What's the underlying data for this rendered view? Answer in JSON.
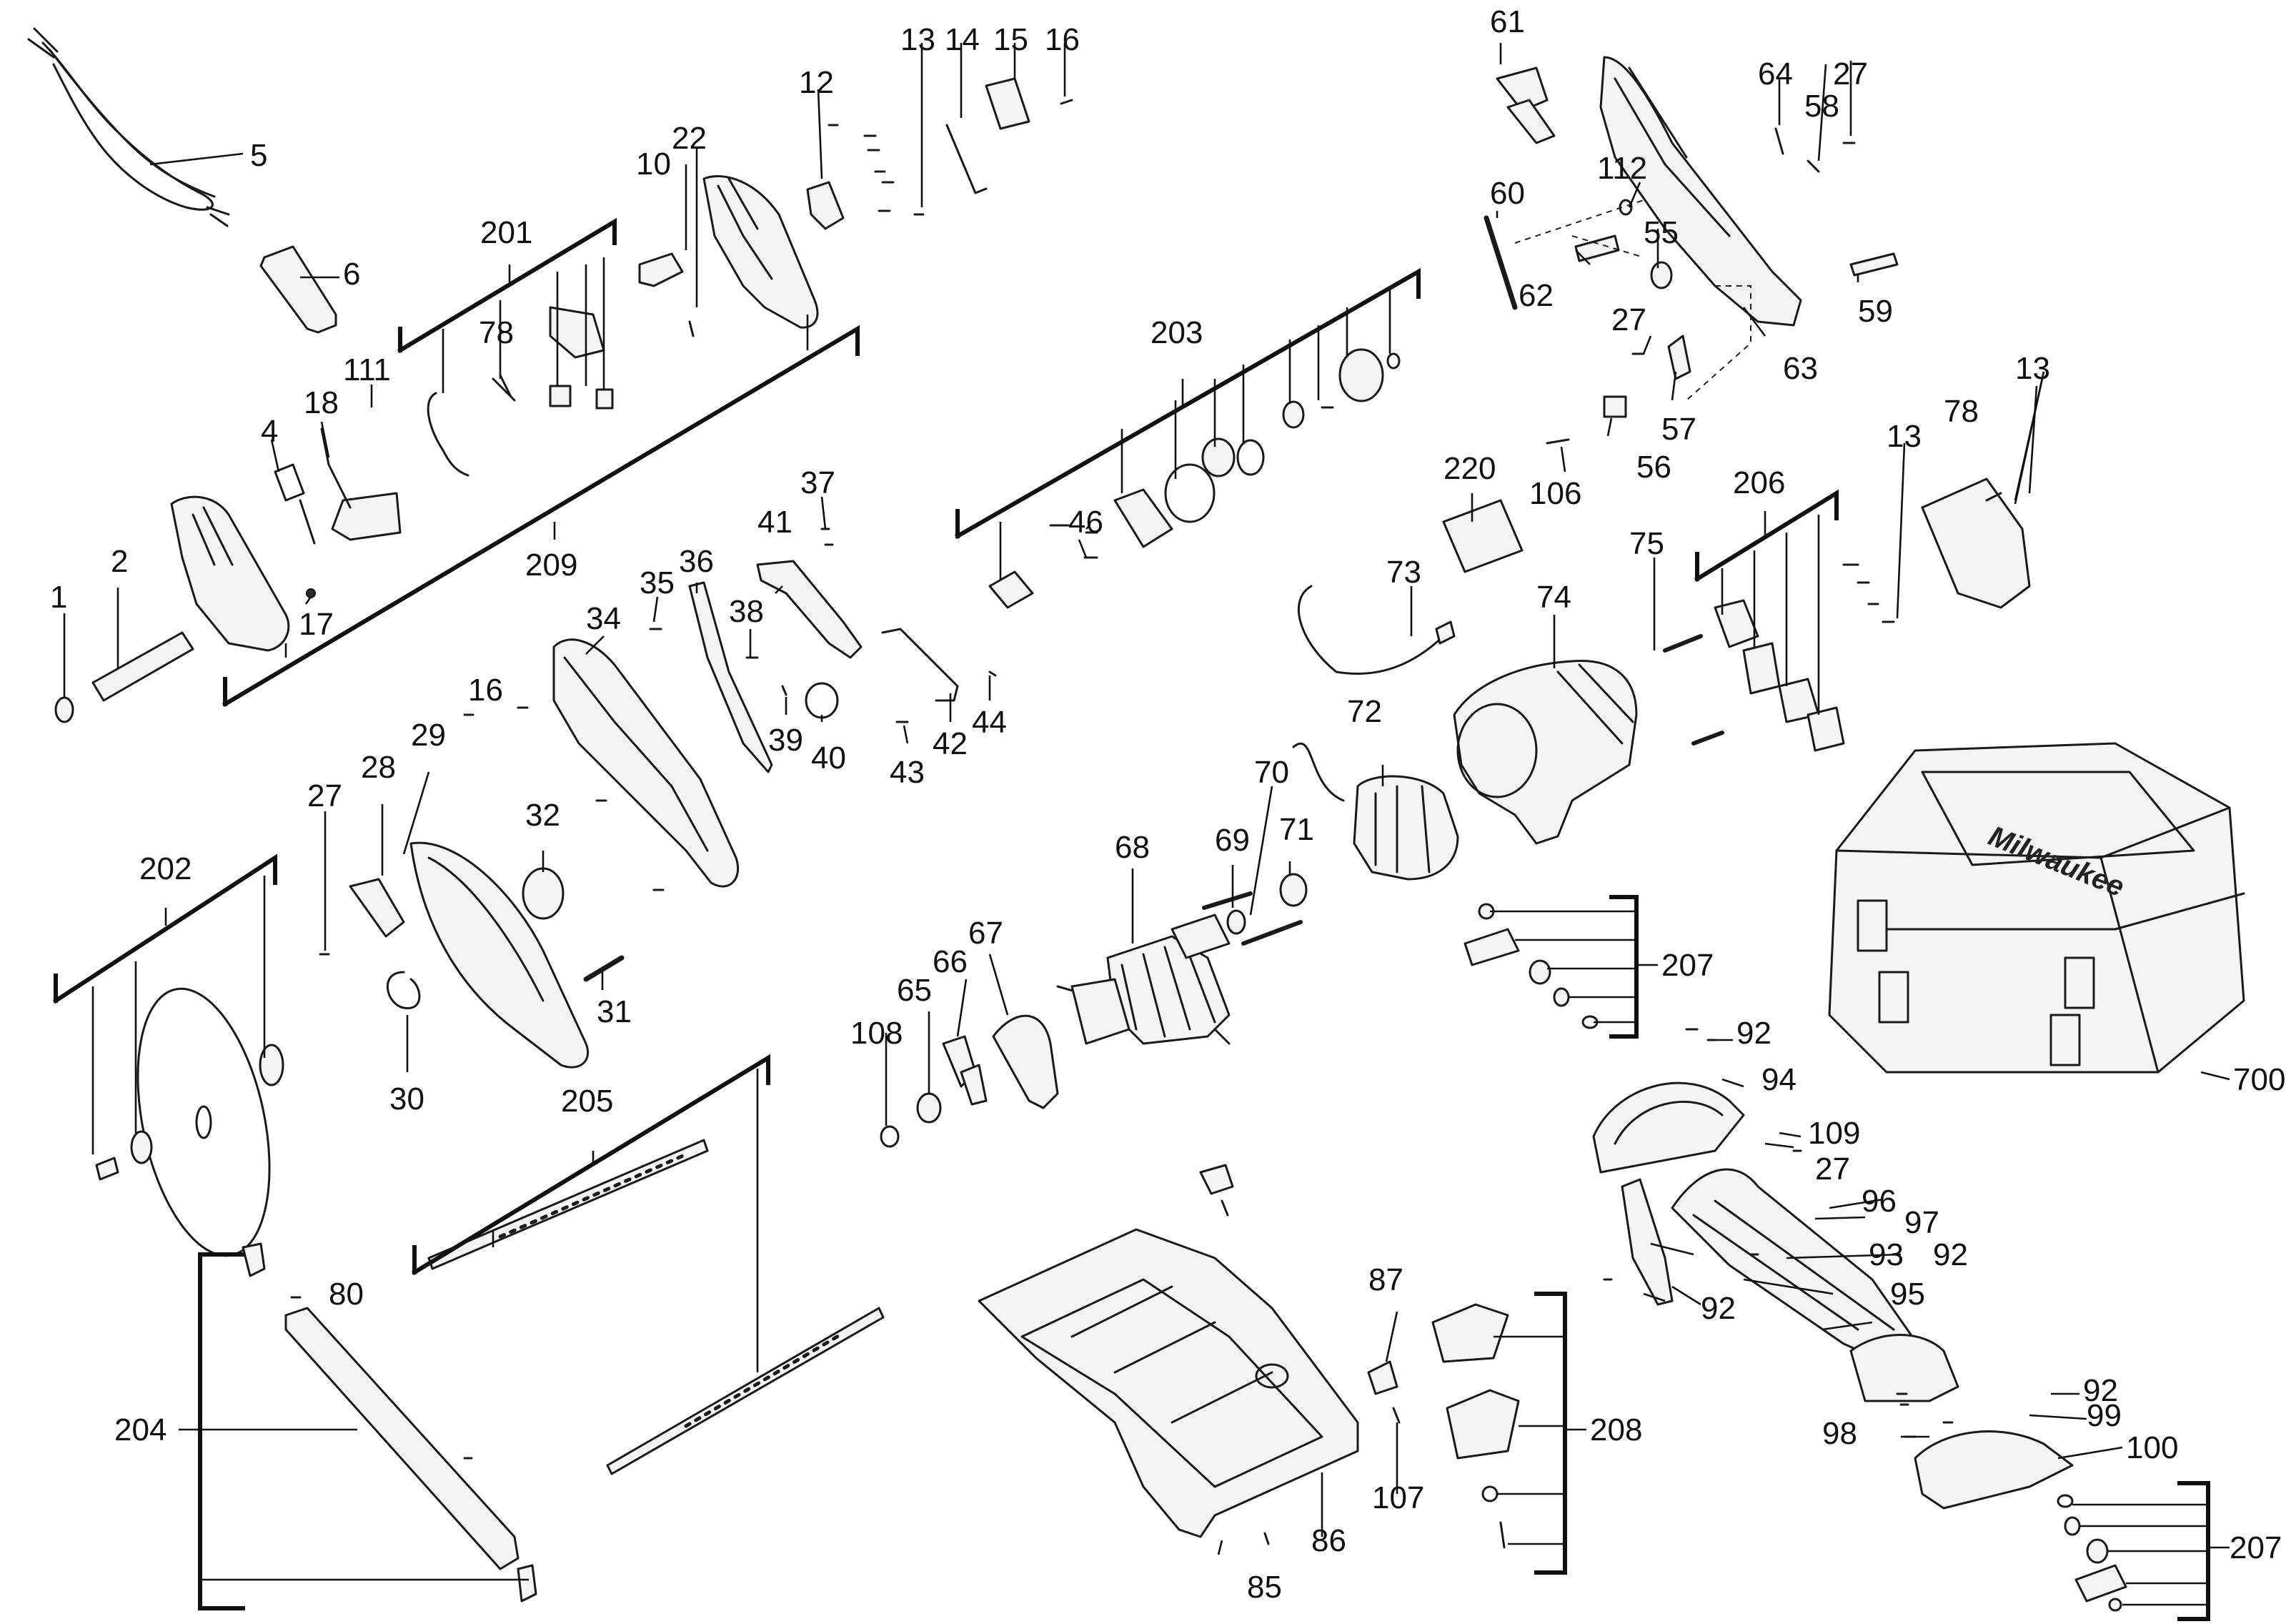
{
  "diagram": {
    "brand_mark": "Milwaukee",
    "labels": [
      "1",
      "2",
      "4",
      "5",
      "6",
      "10",
      "12",
      "13",
      "13",
      "13",
      "14",
      "15",
      "16",
      "16",
      "17",
      "18",
      "22",
      "27",
      "27",
      "27",
      "27",
      "28",
      "29",
      "30",
      "31",
      "32",
      "34",
      "35",
      "36",
      "37",
      "38",
      "39",
      "40",
      "41",
      "42",
      "43",
      "44",
      "46",
      "55",
      "56",
      "57",
      "58",
      "59",
      "60",
      "61",
      "62",
      "63",
      "64",
      "65",
      "66",
      "67",
      "68",
      "69",
      "70",
      "71",
      "72",
      "73",
      "74",
      "75",
      "78",
      "78",
      "80",
      "85",
      "86",
      "87",
      "92",
      "92",
      "92",
      "92",
      "93",
      "94",
      "95",
      "96",
      "97",
      "98",
      "99",
      "100",
      "106",
      "107",
      "108",
      "109",
      "111",
      "112",
      "201",
      "202",
      "203",
      "204",
      "205",
      "206",
      "207",
      "207",
      "208",
      "209",
      "220",
      "700"
    ]
  }
}
